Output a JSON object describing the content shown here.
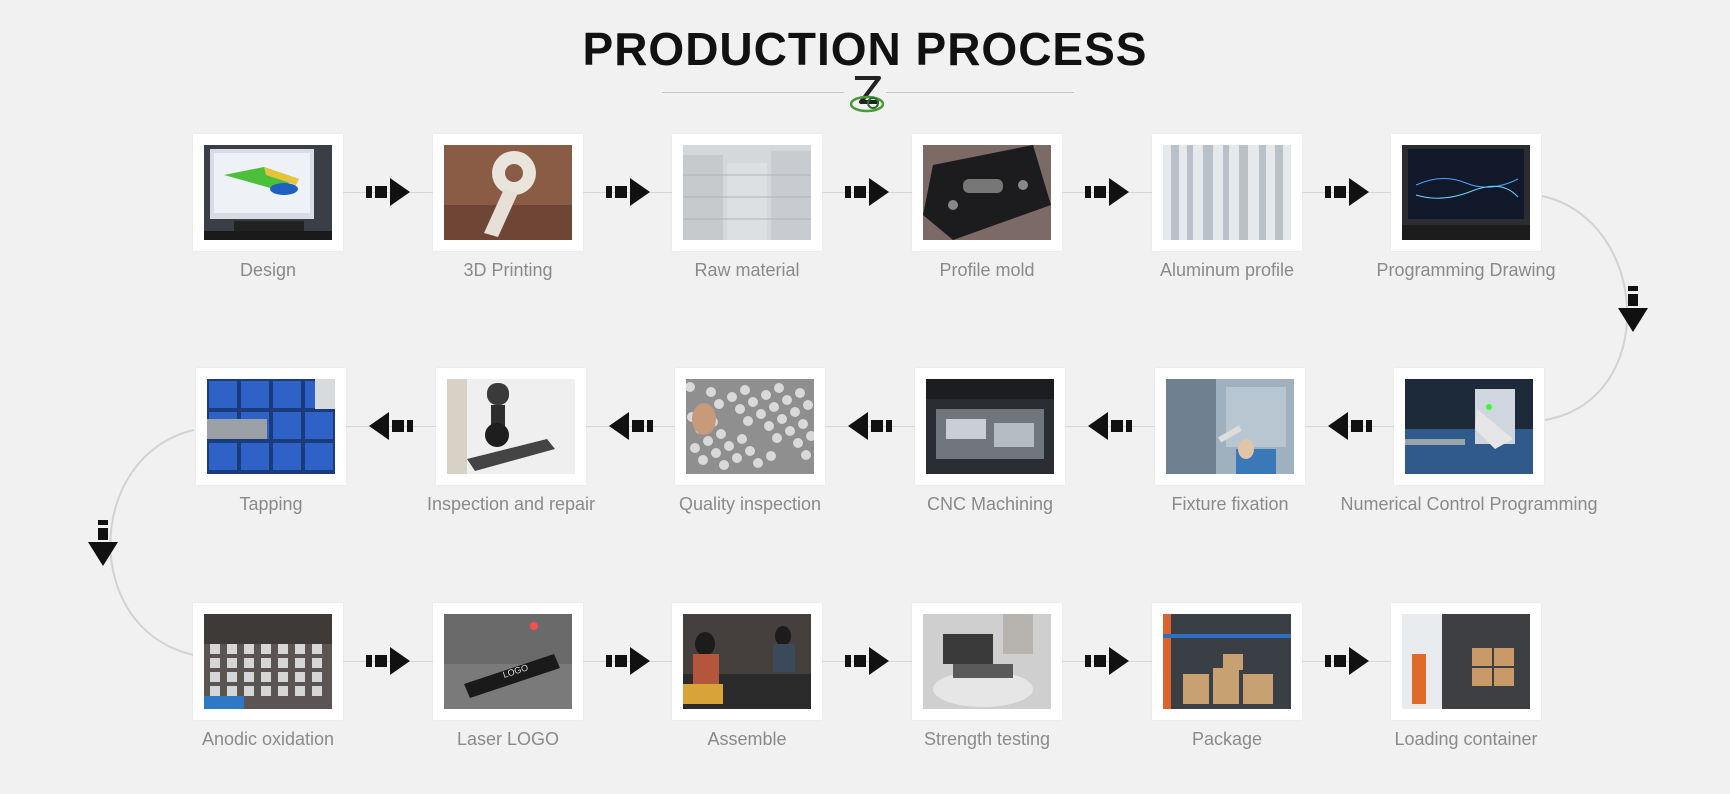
{
  "title": "PRODUCTION PROCESS",
  "logo_icon": "z-logo-icon",
  "rows": [
    {
      "direction": "right",
      "steps": [
        {
          "label": "Design",
          "image": "computer-monitor-cad"
        },
        {
          "label": "3D Printing",
          "image": "printed-part"
        },
        {
          "label": "Raw material",
          "image": "warehouse-stock"
        },
        {
          "label": "Profile mold",
          "image": "metal-mold"
        },
        {
          "label": "Aluminum profile",
          "image": "aluminum-bars"
        },
        {
          "label": "Programming Drawing",
          "image": "programming-monitor"
        }
      ]
    },
    {
      "direction": "left",
      "steps": [
        {
          "label": "Numerical Control Programming",
          "image": "cnc-programming"
        },
        {
          "label": "Fixture fixation",
          "image": "fixture-machine"
        },
        {
          "label": "CNC Machining",
          "image": "cnc-machine"
        },
        {
          "label": "Quality inspection",
          "image": "parts-inspection"
        },
        {
          "label": "Inspection and repair",
          "image": "microscope"
        },
        {
          "label": "Tapping",
          "image": "blue-crates"
        }
      ]
    },
    {
      "direction": "right",
      "steps": [
        {
          "label": "Anodic oxidation",
          "image": "anodizing-rack"
        },
        {
          "label": "Laser LOGO",
          "image": "laser-marking"
        },
        {
          "label": "Assemble",
          "image": "assembly-workers"
        },
        {
          "label": "Strength testing",
          "image": "testing-machine"
        },
        {
          "label": "Package",
          "image": "cardboard-boxes"
        },
        {
          "label": "Loading container",
          "image": "container-loading"
        }
      ]
    }
  ]
}
